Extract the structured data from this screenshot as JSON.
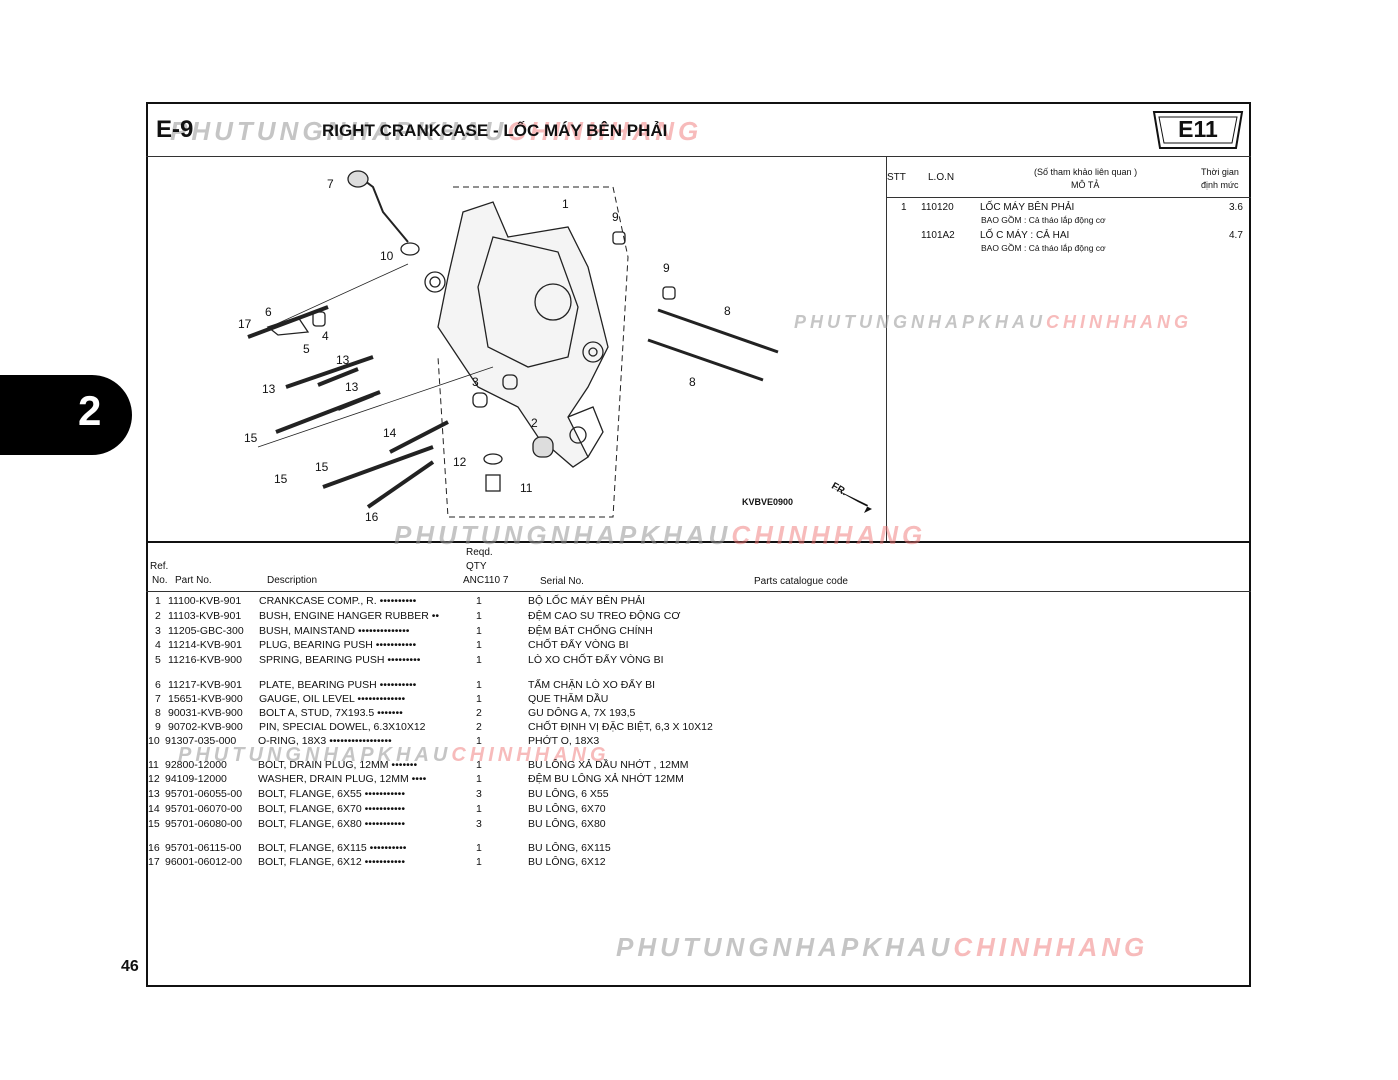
{
  "header": {
    "section_code": "E-9",
    "title": "RIGHT CRANKCASE  - LỐC MÁY BÊN PHẢI",
    "model_badge": "E11"
  },
  "side_tab": "2",
  "page_number": "46",
  "watermark": {
    "part1": "PHUTUNGNHAPKHAU",
    "part2": "CHINHHANG"
  },
  "labor_table": {
    "headers": {
      "stt": "STT",
      "lon": "L.O.N",
      "desc_line1": "(Số tham khảo liên quan )",
      "desc_line2": "MÔ TẢ",
      "time_line1": "Thời gian",
      "time_line2": "định mức"
    },
    "rows": [
      {
        "stt": "1",
        "lon": "110120",
        "desc": "LỐC MÁY BÊN PHẢI",
        "note": "BAO  GỒM : Cả tháo lắp động cơ",
        "time": "3.6"
      },
      {
        "stt": "",
        "lon": "1101A2",
        "desc": "LỐ C MÁY : CẢ  HAI",
        "note": "BAO GỒM : Cả tháo lắp động cơ",
        "time": "4.7"
      }
    ]
  },
  "diagram": {
    "code": "KVBVE0900",
    "front_label": "FR.",
    "callouts": [
      "7",
      "10",
      "1",
      "9",
      "9",
      "8",
      "8",
      "6",
      "17",
      "5",
      "4",
      "13",
      "13",
      "13",
      "3",
      "2",
      "15",
      "15",
      "14",
      "15",
      "12",
      "11",
      "16"
    ]
  },
  "parts_table": {
    "headers": {
      "ref": "Ref.",
      "no": "No.",
      "part_no": "Part No.",
      "description": "Description",
      "reqd": "Reqd.",
      "qty": "QTY",
      "model": "ANC110 7",
      "serial": "Serial No.",
      "catalogue": "Parts catalogue code"
    },
    "rows": [
      {
        "ref": "1",
        "part_no": "11100-KVB-901",
        "description": "CRANKCASE COMP., R. ••••••••••",
        "qty": "1",
        "vn": "BỘ LỐC MÁY BÊN PHẢI"
      },
      {
        "ref": "2",
        "part_no": "11103-KVB-901",
        "description": "BUSH, ENGINE HANGER RUBBER ••",
        "qty": "1",
        "vn": "ĐỆM CAO SU TREO ĐỘNG CƠ"
      },
      {
        "ref": "3",
        "part_no": "11205-GBC-300",
        "description": "BUSH, MAINSTAND ••••••••••••••",
        "qty": "1",
        "vn": "ĐỆM BÁT CHỐNG CHÍNH"
      },
      {
        "ref": "4",
        "part_no": "11214-KVB-901",
        "description": "PLUG, BEARING PUSH •••••••••••",
        "qty": "1",
        "vn": "CHỐT ĐẨY VÒNG  BI"
      },
      {
        "ref": "5",
        "part_no": "11216-KVB-900",
        "description": "SPRING, BEARING PUSH •••••••••",
        "qty": "1",
        "vn": "LÒ XO CHỐT ĐẨY VÒNG BI"
      },
      {
        "ref": "6",
        "part_no": "11217-KVB-901",
        "description": "PLATE, BEARING PUSH ••••••••••",
        "qty": "1",
        "vn": "TẤM CHẶN LÒ XO ĐẨY BI"
      },
      {
        "ref": "7",
        "part_no": "15651-KVB-900",
        "description": "GAUGE, OIL LEVEL •••••••••••••",
        "qty": "1",
        "vn": "QUE THĂM DẦU"
      },
      {
        "ref": "8",
        "part_no": "90031-KVB-900",
        "description": "BOLT A, STUD, 7X193.5 •••••••",
        "qty": "2",
        "vn": "GU DÔNG A, 7X 193,5"
      },
      {
        "ref": "9",
        "part_no": "90702-KVB-900",
        "description": "PIN, SPECIAL DOWEL, 6.3X10X12",
        "qty": "2",
        "vn": "CHỐT ĐỊNH VỊ ĐẶC BIỆT, 6,3 X 10X12"
      },
      {
        "ref": "10",
        "part_no": "91307-035-000",
        "description": "O-RING, 18X3 •••••••••••••••••",
        "qty": "1",
        "vn": "PHỚT O, 18X3"
      },
      {
        "ref": "11",
        "part_no": "92800-12000",
        "description": "BOLT, DRAIN PLUG, 12MM •••••••",
        "qty": "1",
        "vn": "BU LÔNG XẢ DẦU NHỚT , 12MM"
      },
      {
        "ref": "12",
        "part_no": "94109-12000",
        "description": "WASHER, DRAIN PLUG, 12MM ••••",
        "qty": "1",
        "vn": "ĐỆM BU LÔNG XẢ NHỚT  12MM"
      },
      {
        "ref": "13",
        "part_no": "95701-06055-00",
        "description": "BOLT, FLANGE, 6X55 •••••••••••",
        "qty": "3",
        "vn": "BU LÔNG, 6 X55"
      },
      {
        "ref": "14",
        "part_no": "95701-06070-00",
        "description": "BOLT, FLANGE, 6X70 •••••••••••",
        "qty": "1",
        "vn": "BU LÔNG, 6X70"
      },
      {
        "ref": "15",
        "part_no": "95701-06080-00",
        "description": "BOLT, FLANGE, 6X80 •••••••••••",
        "qty": "3",
        "vn": "BU LÔNG, 6X80"
      },
      {
        "ref": "16",
        "part_no": "95701-06115-00",
        "description": "BOLT, FLANGE, 6X115 ••••••••••",
        "qty": "1",
        "vn": "BU LÔNG, 6X115"
      },
      {
        "ref": "17",
        "part_no": "96001-06012-00",
        "description": "BOLT, FLANGE, 6X12 •••••••••••",
        "qty": "1",
        "vn": "BU LÔNG, 6X12"
      }
    ]
  }
}
